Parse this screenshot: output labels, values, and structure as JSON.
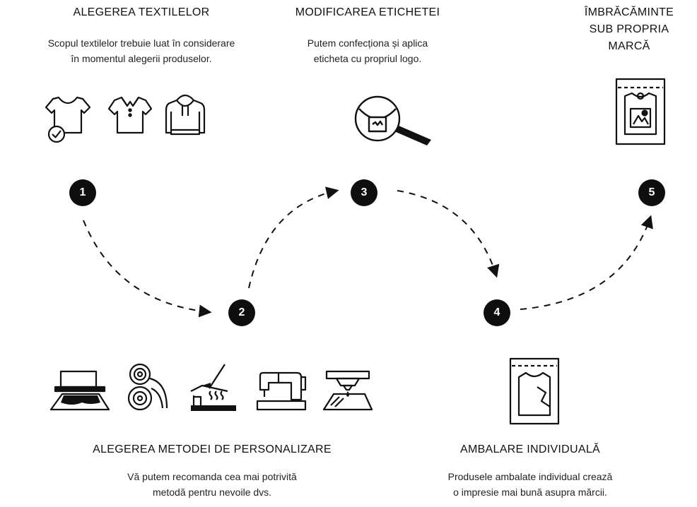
{
  "steps": [
    {
      "number": "1",
      "title": "ALEGEREA TEXTILELOR",
      "description": "Scopul textilelor trebuie luat în considerare\nîn momentul alegerii produselor.",
      "icons": [
        "tshirt-check-icon",
        "polo-shirt-icon",
        "hoodie-icon"
      ]
    },
    {
      "number": "2",
      "title": "ALEGEREA METODEI DE PERSONALIZARE",
      "description": "Vă putem recomanda cea mai potrivită\nmetodă pentru nevoile dvs.",
      "icons": [
        "screen-print-icon",
        "transfer-roll-icon",
        "heat-press-icon",
        "sewing-machine-icon",
        "dtg-printer-icon"
      ]
    },
    {
      "number": "3",
      "title": "MODIFICAREA ETICHETEI",
      "description": "Putem confecționa și aplica\neticheta cu propriul logo.",
      "icons": [
        "label-magnifier-icon"
      ]
    },
    {
      "number": "4",
      "title": "AMBALARE INDIVIDUALĂ",
      "description": "Produsele ambalate individual crează\no impresie mai bună asupra mărcii.",
      "icons": [
        "packaged-shirt-icon"
      ]
    },
    {
      "number": "5",
      "title": "ÎMBRĂCĂMINTE\nSUB PROPRIA\nMARCĂ",
      "description": "",
      "icons": [
        "branded-package-icon"
      ]
    }
  ],
  "colors": {
    "ink": "#111111",
    "badge": "#0e0e0e",
    "badge_text": "#ffffff",
    "background": "#ffffff"
  }
}
